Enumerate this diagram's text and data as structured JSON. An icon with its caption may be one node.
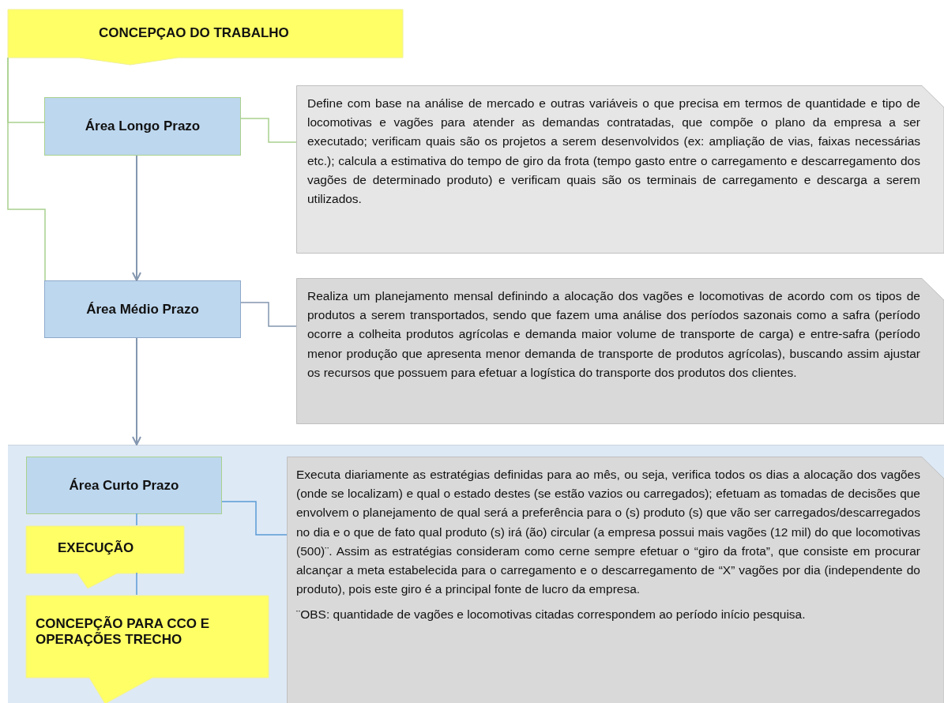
{
  "diagram": {
    "nodes": [
      {
        "text": [
          "CONCEPÇAO DO TRABALHO"
        ]
      },
      {
        "text": [
          "Área Longo Prazo"
        ]
      },
      {
        "text": [
          "Define com base na análise de mercado e outras variáveis o que precisa em termos de quantidade e tipo de locomotivas e vagões para atender as demandas contratadas, que compõe o plano da empresa a ser executado; verificam quais são os projetos a serem desenvolvidos (ex: ampliação de vias, faixas necessárias etc.); calcula a estimativa do tempo de giro da frota (tempo gasto entre o carregamento e descarregamento dos vagões de determinado produto) e verificam quais são os terminais de carregamento e descarga a serem utilizados."
        ]
      },
      {
        "text": [
          "Área Médio Prazo"
        ]
      },
      {
        "text": [
          "Realiza um planejamento mensal definindo a alocação dos vagões e locomotivas de acordo com os tipos de produtos a serem transportados, sendo que fazem uma análise dos períodos sazonais como a safra (período ocorre a colheita produtos agrícolas e demanda maior volume de transporte de carga) e entre-safra (período menor produção que apresenta menor demanda de transporte de produtos agrícolas), buscando assim ajustar os recursos que possuem para efetuar a logística do transporte dos produtos dos clientes."
        ]
      },
      {
        "text": [],
        "shape": "box"
      },
      {
        "text": [
          "Área Curto Prazo"
        ],
        "in": 5
      },
      {
        "text": [
          "Executa diariamente as estratégias definidas para ao mês, ou seja, verifica todos os dias a alocação dos vagões (onde se localizam) e qual o estado destes (se estão vazios ou carregados); efetuam as tomadas de decisões que envolvem o planejamento de qual será a preferência para o (s) produto (s) que vão ser carregados/descarregados no dia e o que de fato qual produto (s) irá (ão) circular (a empresa possui mais vagões (12 mil) do que locomotivas (500)¨. Assim as estratégias consideram como cerne sempre efetuar o “giro da frota”, que consiste em procurar alcançar a meta estabelecida para o carregamento e o descarregamento de “X” vagões por dia (independente do produto), pois este giro é a principal fonte de lucro da empresa.",
          "¨OBS: quantidade de vagões e locomotivas citadas correspondem ao período início pesquisa."
        ],
        "in": 5
      },
      {
        "text": [
          "EXECUÇÃO"
        ],
        "in": 5
      },
      {
        "text": [
          "CONCEPÇÃO PARA CCO E OPERAÇÕES TRECHO"
        ],
        "in": 5
      }
    ],
    "edges": [
      {
        "from": 0,
        "to": 1,
        "arrow": "none",
        "color": "#a9d18e"
      },
      {
        "from": 0,
        "to": 3,
        "arrow": "none",
        "color": "#a9d18e"
      },
      {
        "from": 1,
        "to": 2,
        "arrow": "none",
        "color": "#a9d18e"
      },
      {
        "from": 1,
        "to": 3,
        "arrow": "to"
      },
      {
        "from": 3,
        "to": 4,
        "arrow": "none"
      },
      {
        "from": 3,
        "to": 5,
        "arrow": "to"
      },
      {
        "from": 6,
        "to": 7,
        "arrow": "none",
        "color": "#5b9bd5"
      },
      {
        "from": 6,
        "to": 8,
        "arrow": "none",
        "color": "#5b9bd5"
      },
      {
        "from": 8,
        "to": 9,
        "arrow": "none",
        "color": "#5b9bd5"
      }
    ]
  }
}
